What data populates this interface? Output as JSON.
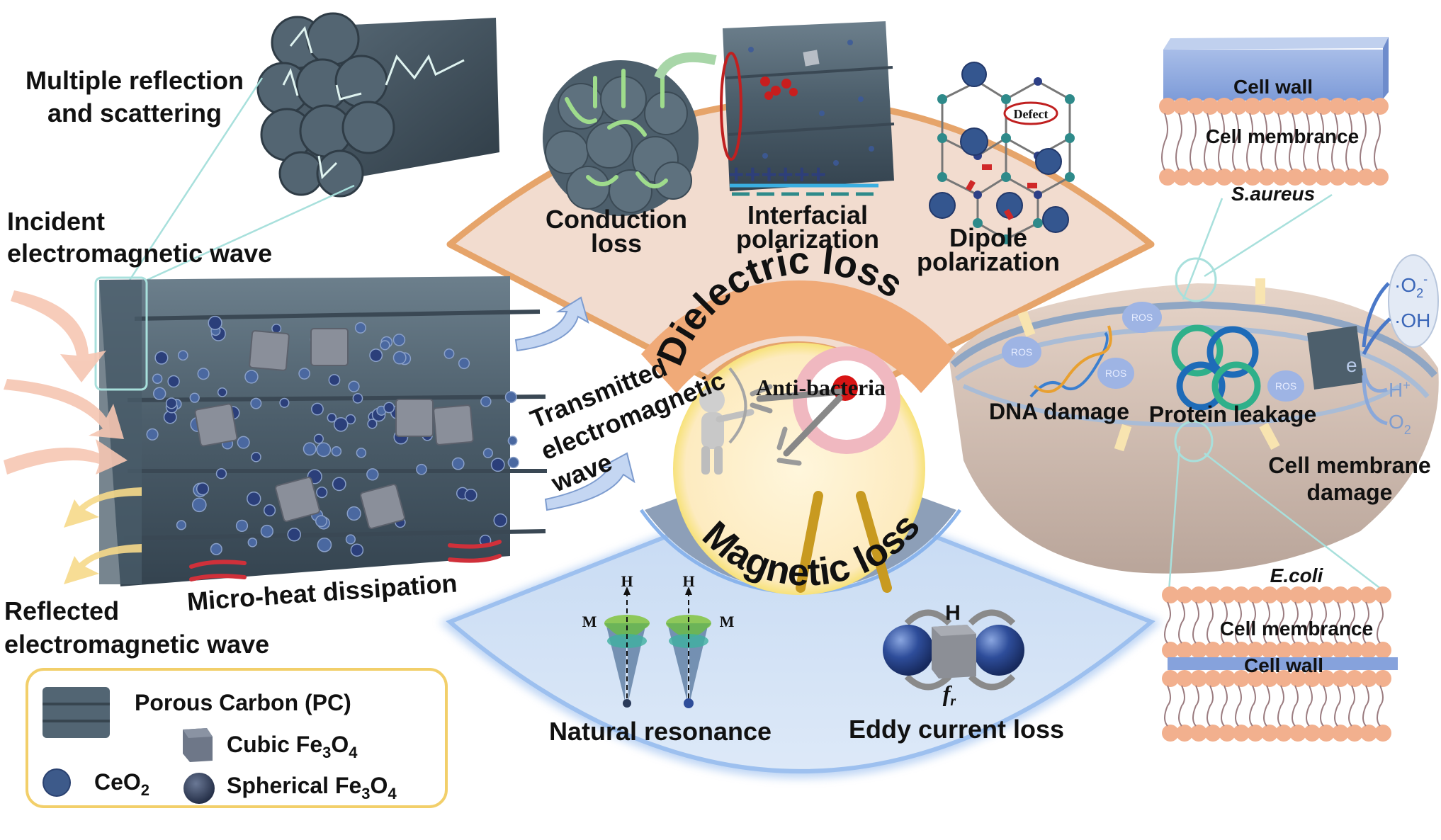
{
  "figure": {
    "left_panel": {
      "zoom_caption": [
        "Multiple reflection",
        "and scattering"
      ],
      "incident_label": [
        "Incident",
        "electromagnetic wave"
      ],
      "reflected_label": [
        "Reflected",
        "electromagnetic wave"
      ],
      "transmitted_label": [
        "Transmitted",
        "electromagnetic",
        "wave"
      ],
      "heat_label": "Micro-heat dissipation"
    },
    "legend": {
      "items": [
        {
          "label": "Porous Carbon (PC)",
          "icon": "porous-carbon-icon"
        },
        {
          "label": "Cubic Fe",
          "sub1": "3",
          "mid": "O",
          "sub2": "4",
          "icon": "cubic-fe3o4-icon"
        },
        {
          "label": "CeO",
          "sub1": "2",
          "icon": "ceo2-icon"
        },
        {
          "label": "Spherical Fe",
          "sub1": "3",
          "mid": "O",
          "sub2": "4",
          "icon": "spherical-fe3o4-icon"
        }
      ]
    },
    "dielectric": {
      "title": "Dielectric loss",
      "mechanisms": [
        {
          "label": [
            "Conduction",
            "loss"
          ]
        },
        {
          "label": [
            "Interfacial",
            "polarization"
          ]
        },
        {
          "label": [
            "Dipole",
            "polarization"
          ]
        }
      ],
      "defect_label": "Defect",
      "charges_plus": "++++++",
      "colors": {
        "fan": "#f2dccf",
        "band": "#f0aa78",
        "border": "#e8a060"
      }
    },
    "center": {
      "label": "Anti-bacteria"
    },
    "magnetic": {
      "title": "Magnetic loss",
      "mechanisms": [
        {
          "label": "Natural resonance",
          "h": "H",
          "m": "M"
        },
        {
          "label": "Eddy current loss",
          "h": "H",
          "fr": "f",
          "fr_sub": "r"
        }
      ],
      "colors": {
        "fan": "#cfe0f4",
        "band": "#8d9fb8",
        "border": "#8ab4ec"
      }
    },
    "bacteria": {
      "s_aureus": {
        "name": "S.aureus",
        "wall": "Cell wall",
        "membrane": "Cell membrance"
      },
      "e_coli": {
        "name": "E.coli",
        "wall": "Cell wall",
        "membrane": "Cell membrance"
      },
      "effects": [
        "DNA damage",
        "Protein leakage"
      ],
      "membrane_damage": [
        "Cell membrane",
        "damage"
      ],
      "ros": "ROS",
      "electron": "e",
      "species": [
        "·O",
        "·OH",
        "H",
        "O"
      ],
      "species_sup": [
        "2",
        "-",
        "+",
        "2"
      ]
    }
  }
}
